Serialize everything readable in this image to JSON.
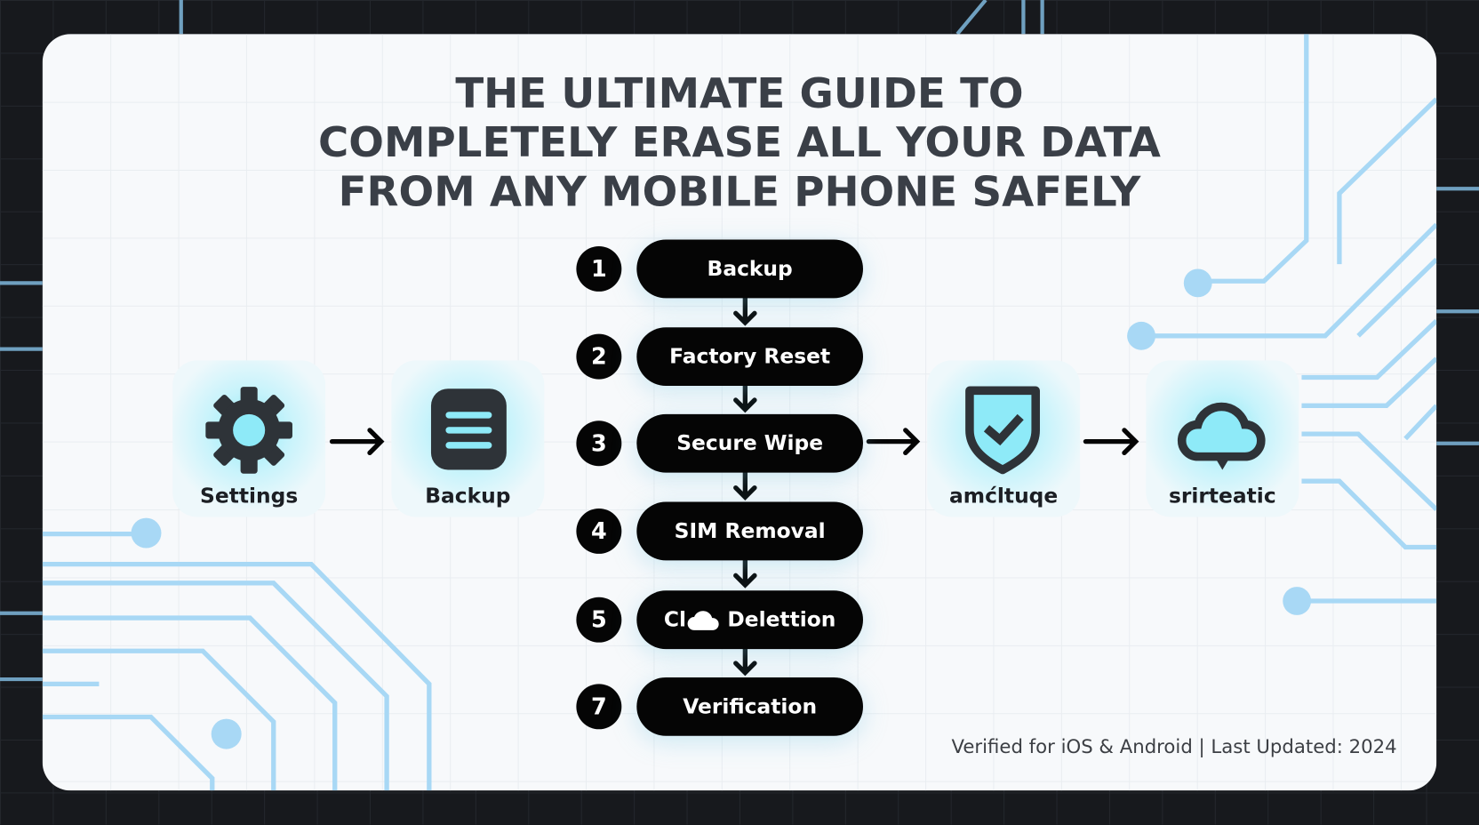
{
  "title": {
    "lines": [
      "THE ULTIMATE GUIDE TO",
      "COMPLETELY ERASE ALL YOUR DATA",
      "FROM ANY MOBILE PHONE SAFELY"
    ]
  },
  "steps": [
    {
      "number": "1",
      "label": "Backup"
    },
    {
      "number": "2",
      "label": "Factory Reset"
    },
    {
      "number": "3",
      "label": "Secure Wipe"
    },
    {
      "number": "4",
      "label": "SIM Removal"
    },
    {
      "number": "5",
      "label_before": "Cl",
      "label_after": " Delettion",
      "icon": "cloud-icon"
    },
    {
      "number": "7",
      "label": "Verification"
    }
  ],
  "icon_cards": [
    {
      "label": "Settings",
      "icon": "gear-icon"
    },
    {
      "label": "Backup",
      "icon": "document-icon"
    },
    {
      "label": "amćltuqe",
      "icon": "shield-check-icon"
    },
    {
      "label": "srirteatic",
      "icon": "cloud-icon"
    }
  ],
  "footer": "Verified for iOS & Android | Last Updated: 2024",
  "colors": {
    "accent": "#9fd6f5",
    "dark": "#050505",
    "title": "#3a3f47",
    "glow": "#8eeaf8"
  }
}
